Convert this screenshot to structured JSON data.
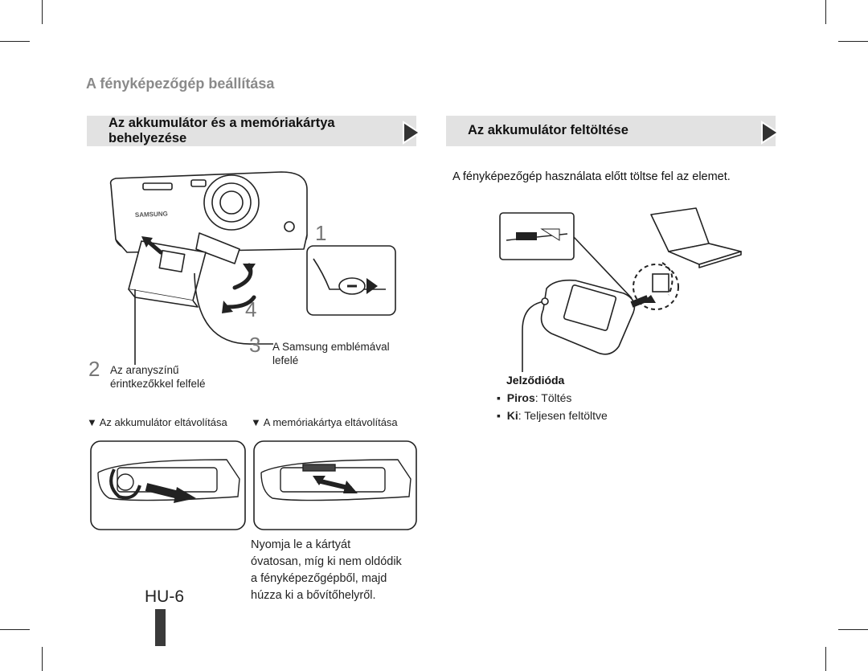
{
  "page": {
    "title": "A fényképezőgép beállítása",
    "page_number": "HU-6"
  },
  "left_section": {
    "heading_line1": "Az akkumulátor és a memóriakártya",
    "heading_line2": "behelyezése",
    "step1": "1",
    "step2_num": "2",
    "step2_line1": "Az aranyszínű",
    "step2_line2": "érintkezőkkel felfelé",
    "step3_num": "3",
    "step3_line1": "A Samsung emblémával",
    "step3_line2": "lefelé",
    "step4": "4",
    "camera_brand": "SAMSUNG",
    "remove_battery_label": "▼ Az akkumulátor eltávolítása",
    "remove_card_label": "▼ A memóriakártya eltávolítása",
    "card_note_line1": "Nyomja le a kártyát",
    "card_note_line2": "óvatosan, míg ki nem oldódik",
    "card_note_line3": "a fényképezőgépből, majd",
    "card_note_line4": "húzza ki a bővítőhelyről."
  },
  "right_section": {
    "heading": "Az akkumulátor feltöltése",
    "intro": "A fényképezőgép használata előtt töltse fel az elemet.",
    "led_title": "Jelződióda",
    "led_items": [
      {
        "key": "Piros",
        "value": ": Töltés"
      },
      {
        "key": "Ki",
        "value": ": Teljesen feltöltve"
      }
    ]
  }
}
